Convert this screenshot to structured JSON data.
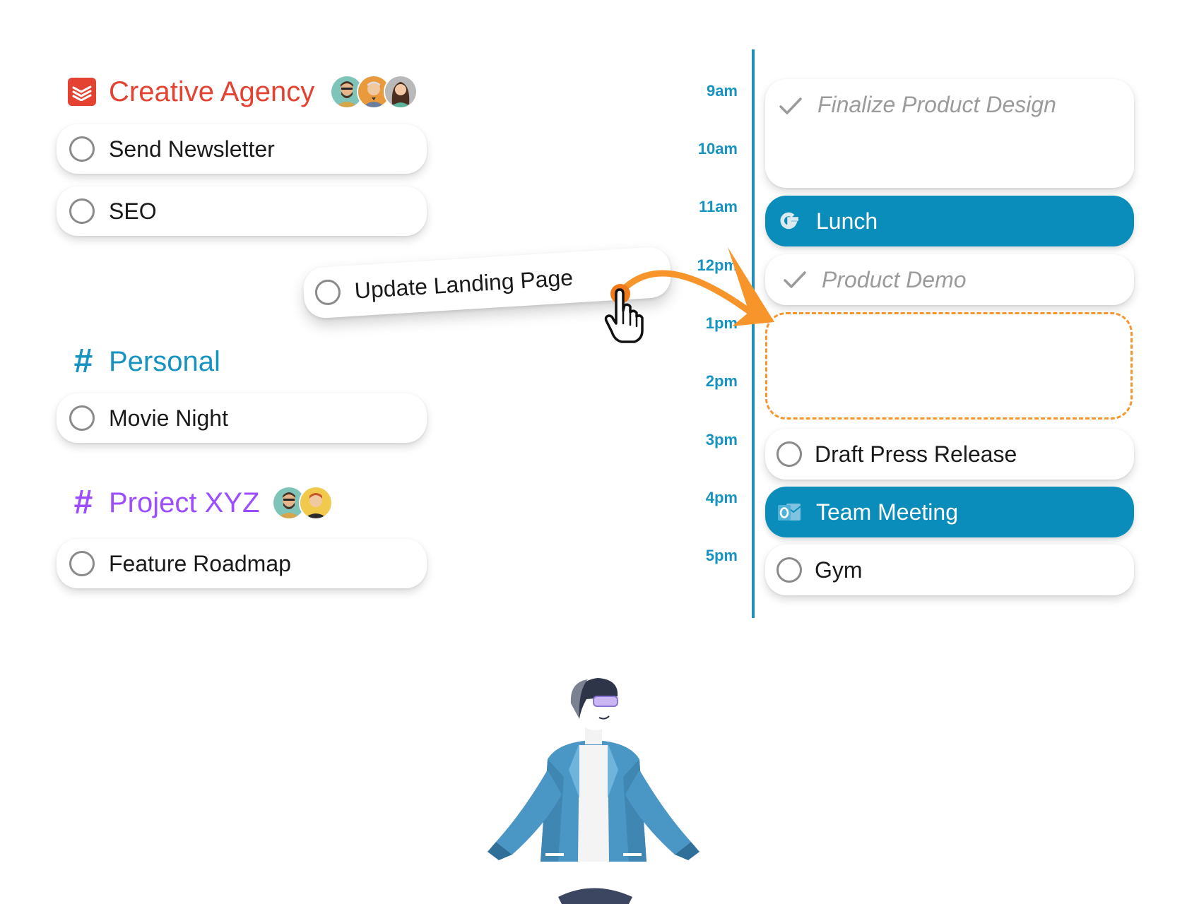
{
  "projects": [
    {
      "name": "Creative Agency",
      "color": "#e44332",
      "icon": "todoist-logo-icon",
      "tasks": [
        "Send Newsletter",
        "SEO"
      ]
    },
    {
      "name": "Personal",
      "color": "#1693c1",
      "icon": "hash-icon",
      "tasks": [
        "Movie Night"
      ]
    },
    {
      "name": "Project XYZ",
      "color": "#9b4dff",
      "icon": "hash-icon",
      "tasks": [
        "Feature Roadmap"
      ]
    }
  ],
  "dragged_task": {
    "label": "Update Landing Page"
  },
  "timeline": {
    "hours": [
      "9am",
      "10am",
      "11am",
      "12pm",
      "1pm",
      "2pm",
      "3pm",
      "4pm",
      "5pm"
    ],
    "accent": "#0a8dbb",
    "drop_zone_color": "#f7952b"
  },
  "events": [
    {
      "label": "Finalize Product Design",
      "state": "completed",
      "icon": "check-icon"
    },
    {
      "label": "Lunch",
      "state": "external-google",
      "icon": "google-calendar-icon"
    },
    {
      "label": "Product Demo",
      "state": "completed",
      "icon": "check-icon"
    },
    {
      "label": "Draft Press Release",
      "state": "open",
      "icon": "checkbox"
    },
    {
      "label": "Team Meeting",
      "state": "external-outlook",
      "icon": "outlook-icon"
    },
    {
      "label": "Gym",
      "state": "open",
      "icon": "checkbox"
    }
  ]
}
